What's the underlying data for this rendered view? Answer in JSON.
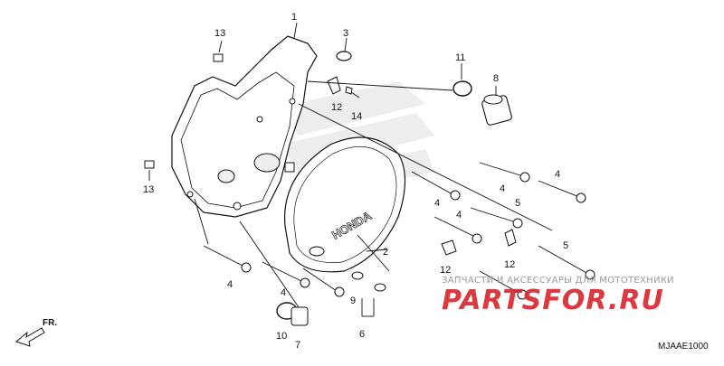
{
  "diagram": {
    "code": "MJAAE1000",
    "front_label": "FR.",
    "brand_text": "HONDA"
  },
  "watermark": {
    "top": "ЗАПЧАСТИ И АКСЕССУАРЫ ДЛЯ МОТОТЕХНИКИ",
    "main": "PARTSFOR.RU"
  },
  "callouts": [
    "1",
    "2",
    "3",
    "4",
    "4",
    "4",
    "4",
    "4",
    "4",
    "5",
    "5",
    "6",
    "7",
    "8",
    "9",
    "10",
    "11",
    "12",
    "12",
    "12",
    "13",
    "13",
    "14"
  ]
}
